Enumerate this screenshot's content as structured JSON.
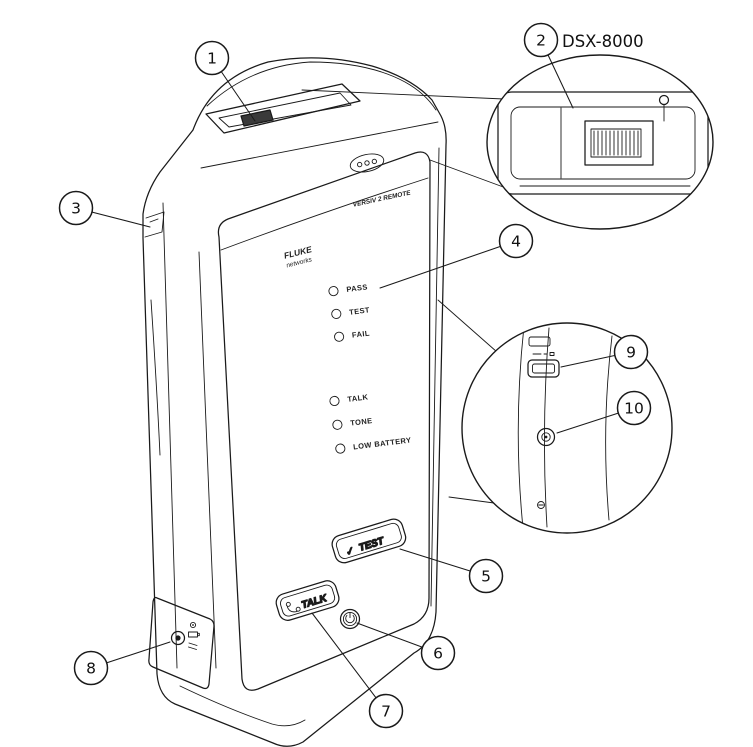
{
  "figure": {
    "model_label": "DSX-8000",
    "callouts": [
      "1",
      "2",
      "3",
      "4",
      "5",
      "6",
      "7",
      "8",
      "9",
      "10"
    ]
  },
  "device": {
    "brand_line1": "FLUKE",
    "brand_line2": "networks",
    "product_label": "VERSIV 2 REMOTE",
    "leds_top": [
      "PASS",
      "TEST",
      "FAIL"
    ],
    "leds_bottom": [
      "TALK",
      "TONE",
      "LOW BATTERY"
    ],
    "test_button_label": "TEST",
    "talk_button_label": "TALK",
    "check_glyph": "✓"
  },
  "colors": {
    "line": "#1a1a1a",
    "background": "#ffffff"
  }
}
